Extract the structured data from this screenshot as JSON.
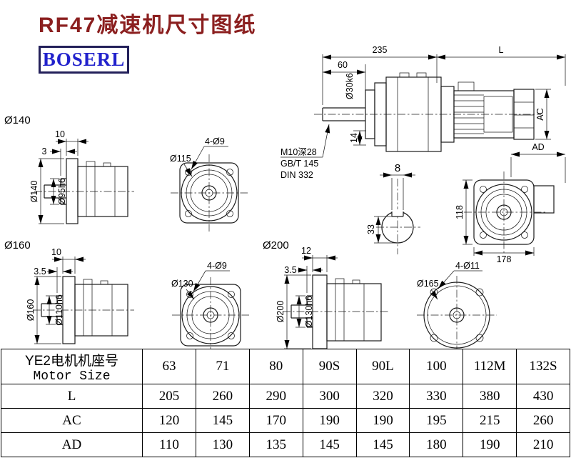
{
  "colors": {
    "title_color": "#8b1f1f",
    "logo_text": "#2121cc",
    "logo_border": "#23205a"
  },
  "header": {
    "title": "RF47减速机尺寸图纸",
    "logo": "BOSERL"
  },
  "assembly": {
    "dim_235": "235",
    "dim_L": "L",
    "dim_60": "60",
    "shaft_dia": "Ø30k6",
    "dim_AC": "AC",
    "dim_14": "14",
    "thread_note_1": "M10深28",
    "thread_note_2": "GB/T 145",
    "thread_note_3": "DIN 332"
  },
  "key_section": {
    "dim_8": "8",
    "dim_33": "33"
  },
  "end_view": {
    "dim_AD": "AD",
    "dim_118": "118",
    "dim_178": "178"
  },
  "flange140": {
    "label": "Ø140",
    "dim_10": "10",
    "dim_3": "3",
    "dia": "Ø140",
    "spigot": "Ø95h6",
    "bolt_circle": "Ø115",
    "holes": "4-Ø9"
  },
  "flange160": {
    "label": "Ø160",
    "dim_10": "10",
    "dim_3_5": "3.5",
    "dia": "Ø160",
    "spigot": "Ø110h6",
    "bolt_circle": "Ø130",
    "holes": "4-Ø9"
  },
  "flange200": {
    "label": "Ø200",
    "dim_12": "12",
    "dim_3_5": "3.5",
    "dia": "Ø200",
    "spigot": "Ø130h6",
    "bolt_circle": "Ø165",
    "holes": "4-Ø11"
  },
  "table": {
    "row_header_cn": "YE2电机机座号",
    "row_header_en": "Motor Size",
    "sizes": [
      "63",
      "71",
      "80",
      "90S",
      "90L",
      "100",
      "112M",
      "132S"
    ],
    "rows": [
      {
        "label": "L",
        "values": [
          "205",
          "260",
          "290",
          "300",
          "320",
          "330",
          "380",
          "430"
        ]
      },
      {
        "label": "AC",
        "values": [
          "120",
          "145",
          "170",
          "190",
          "190",
          "195",
          "215",
          "260"
        ]
      },
      {
        "label": "AD",
        "values": [
          "110",
          "130",
          "135",
          "145",
          "145",
          "180",
          "190",
          "210"
        ]
      }
    ]
  }
}
